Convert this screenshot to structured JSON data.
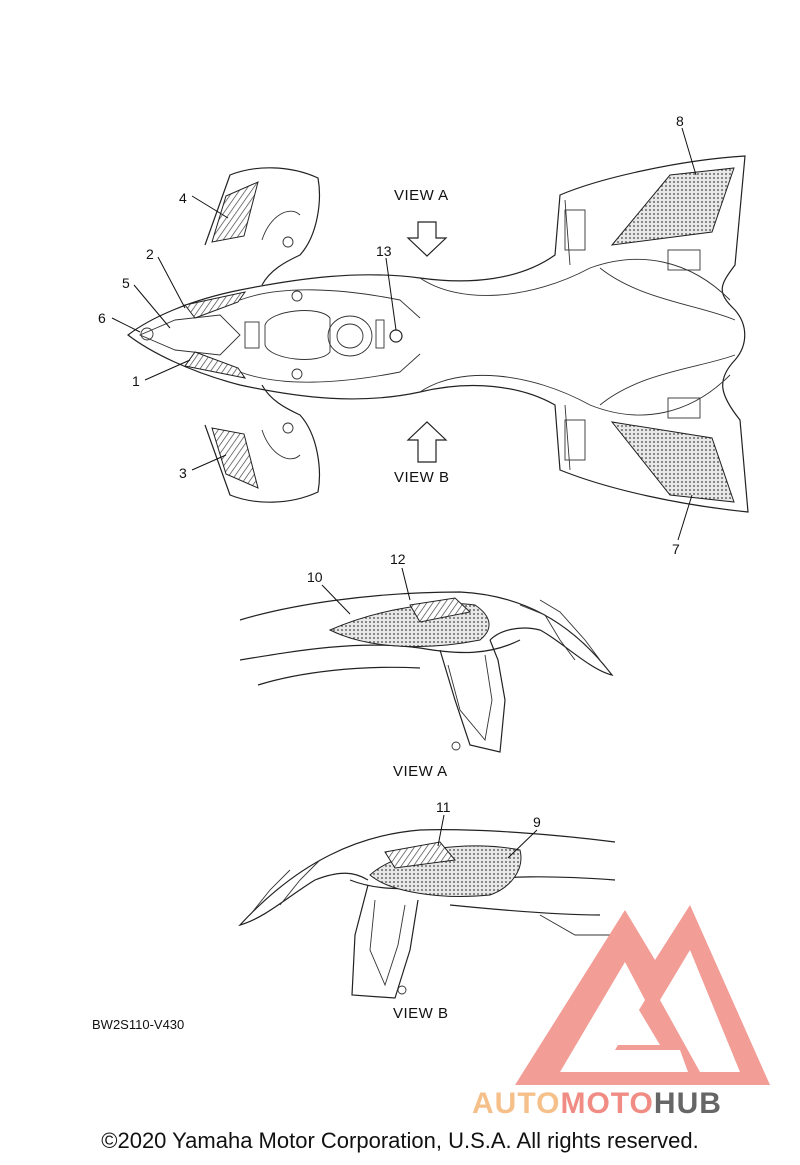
{
  "callouts": [
    "1",
    "2",
    "3",
    "4",
    "5",
    "6",
    "7",
    "8",
    "9",
    "10",
    "11",
    "12",
    "13"
  ],
  "views": {
    "view_a_arrow": "VIEW A",
    "view_b_arrow": "VIEW B",
    "view_a_caption": "VIEW A",
    "view_b_caption": "VIEW B"
  },
  "diagram_code": "BW2S110-V430",
  "watermark": {
    "brand_left": "AUTO",
    "brand_mid": "MOTO",
    "brand_right": "HUB",
    "colors": {
      "logo": "#f08c84",
      "auto": "#f5c08a",
      "hub": "#666666"
    }
  },
  "copyright": "©2020 Yamaha Motor Corporation, U.S.A. All rights reserved."
}
